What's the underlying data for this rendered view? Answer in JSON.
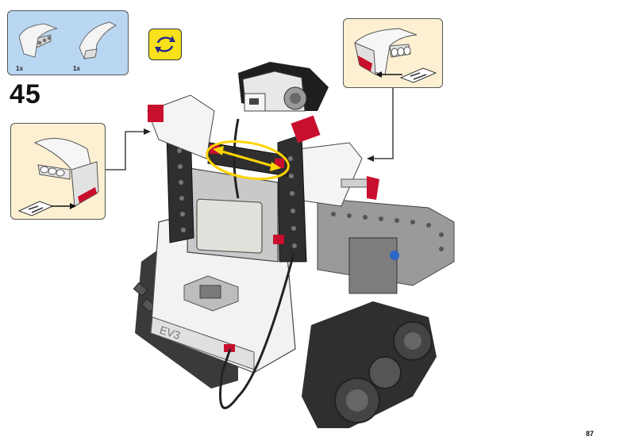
{
  "step": {
    "number": "45"
  },
  "parts_list": {
    "items": [
      {
        "quantity": "1x",
        "icon": "panel-piece-left-icon"
      },
      {
        "quantity": "1x",
        "icon": "panel-piece-right-icon"
      }
    ]
  },
  "rotate_icon": "rotate-model-icon",
  "model": {
    "screen_label": "EV3"
  },
  "page": {
    "number": "87"
  },
  "colors": {
    "parts_bg": "#b9d7f2",
    "callout_bg": "#fdf0d2",
    "rotate_badge": "#f7e11a",
    "highlight": "#ffd400",
    "brick_red": "#c8102e"
  }
}
